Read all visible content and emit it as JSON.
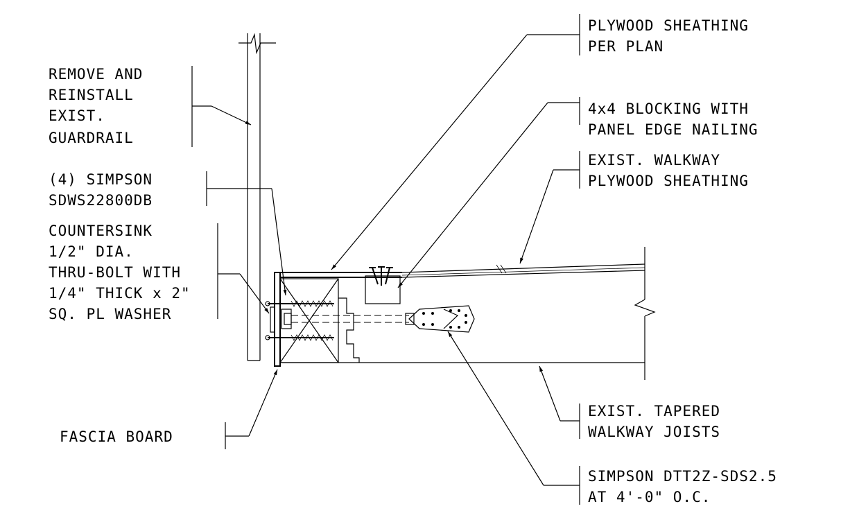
{
  "labels": {
    "plywood_sheathing": [
      "PLYWOOD SHEATHING",
      "PER PLAN"
    ],
    "blocking": [
      "4x4 BLOCKING WITH",
      "PANEL EDGE NAILING"
    ],
    "exist_walkway_plywood": [
      "EXIST. WALKWAY",
      "PLYWOOD SHEATHING"
    ],
    "guardrail": [
      "REMOVE AND",
      "REINSTALL",
      "EXIST.",
      "GUARDRAIL"
    ],
    "screws": [
      "(4) SIMPSON",
      "SDWS22800DB"
    ],
    "bolt": [
      "COUNTERSINK",
      "1/2\" DIA.",
      "THRU-BOLT WITH",
      "1/4\" THICK x 2\"",
      "SQ. PL WASHER"
    ],
    "fascia": [
      "FASCIA BOARD"
    ],
    "joists": [
      "EXIST. TAPERED",
      "WALKWAY JOISTS"
    ],
    "hold_down": [
      "SIMPSON DTT2Z-SDS2.5",
      "AT 4'-0\" O.C."
    ]
  }
}
